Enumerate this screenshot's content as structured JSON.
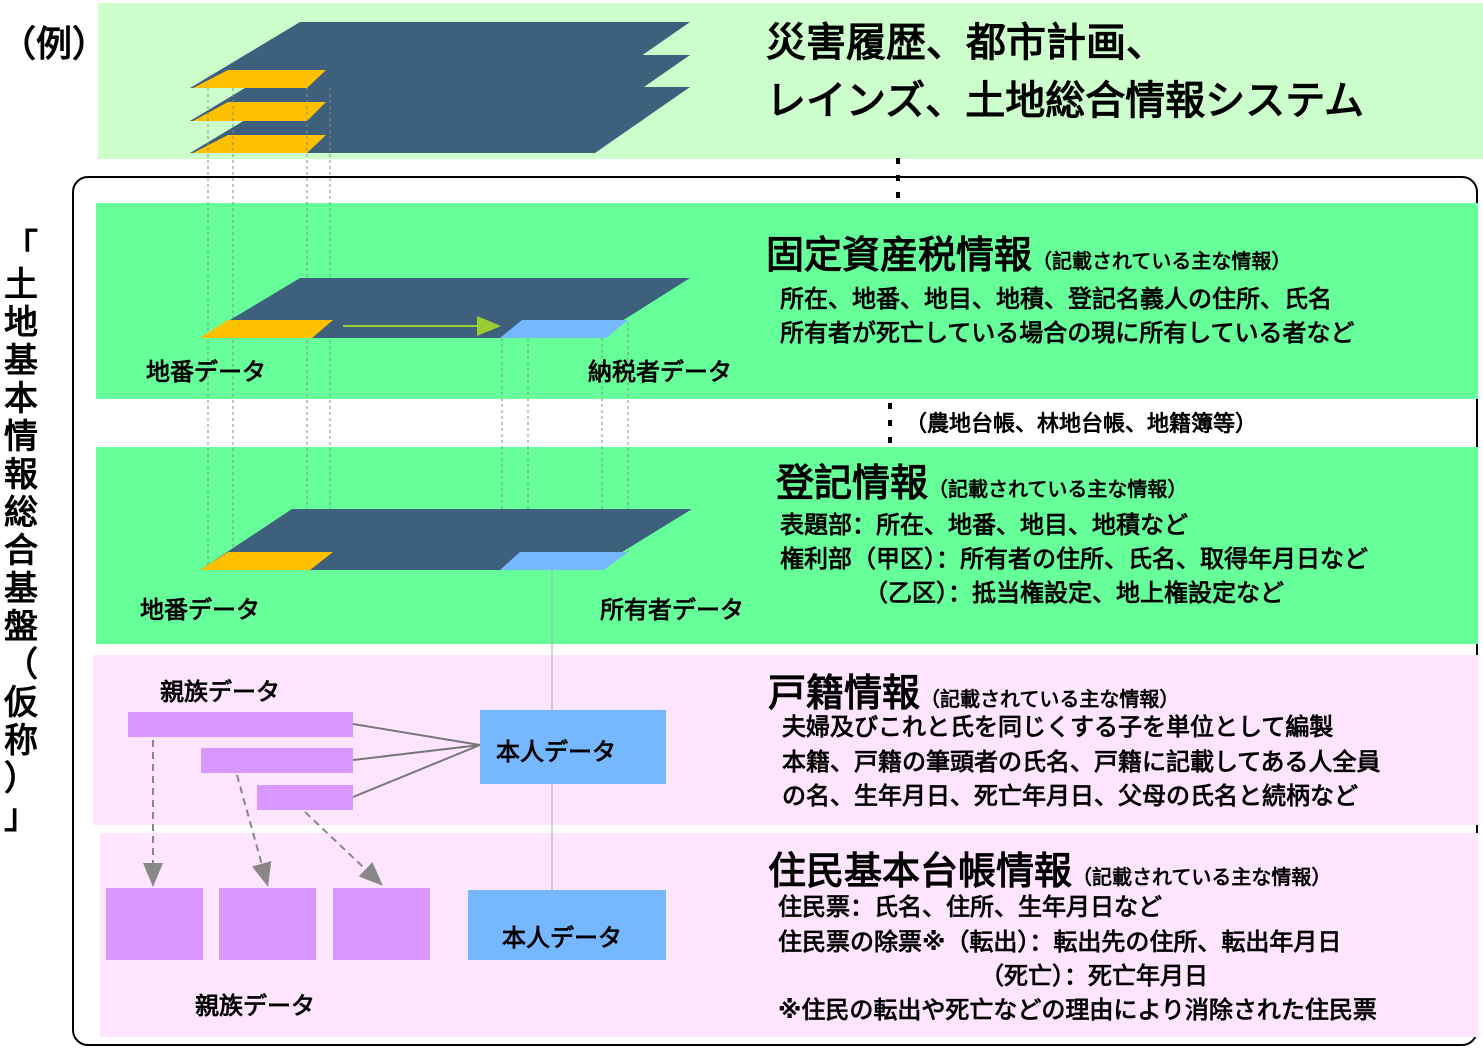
{
  "example_label": "（例）",
  "side_title": [
    "「",
    "土",
    "地",
    "基",
    "本",
    "情",
    "報",
    "総",
    "合",
    "基",
    "盤",
    "（",
    "仮",
    "称",
    "）",
    "」"
  ],
  "top": {
    "line1": "災害履歴、都市計画、",
    "line2": "レインズ、土地総合情報システム"
  },
  "fixed_asset": {
    "title": "固定資産税情報",
    "note": "（記載されている主な情報）",
    "lines": [
      "所在、地番、地目、地積、登記名義人の住所、氏名",
      "所有者が死亡している場合の現に所有している者など"
    ],
    "label_left": "地番データ",
    "label_right": "納税者データ"
  },
  "middle_note": "（農地台帳、林地台帳、地籍簿等）",
  "registry": {
    "title": "登記情報",
    "note": "（記載されている主な情報）",
    "lines": [
      "表題部：所在、地番、地目、地積など",
      "権利部（甲区）：所有者の住所、氏名、取得年月日など",
      "（乙区）：抵当権設定、地上権設定など"
    ],
    "label_left": "地番データ",
    "label_right": "所有者データ"
  },
  "family_register": {
    "title": "戸籍情報",
    "note": "（記載されている主な情報）",
    "lines": [
      "夫婦及びこれと氏を同じくする子を単位として編製",
      "本籍、戸籍の筆頭者の氏名、戸籍に記載してある人全員",
      "の名、生年月日、死亡年月日、父母の氏名と続柄など"
    ],
    "relatives_label": "親族データ",
    "self_label": "本人データ"
  },
  "resident": {
    "title": "住民基本台帳情報",
    "note": "（記載されている主な情報）",
    "lines": [
      "住民票：氏名、住所、生年月日など",
      "住民票の除票※（転出）：転出先の住所、転出年月日",
      "（死亡）：死亡年月日",
      "※住民の転出や死亡などの理由により消除された住民票"
    ],
    "relatives_label": "親族データ",
    "self_label": "本人データ"
  },
  "colors": {
    "top_band": "#ccffcc",
    "green_band": "#66ff99",
    "pink_band": "#ffe5ff",
    "layer": "#3d607d",
    "parcel": "#ffc000",
    "owner": "#75b8ff",
    "relative": "#d998ff"
  }
}
